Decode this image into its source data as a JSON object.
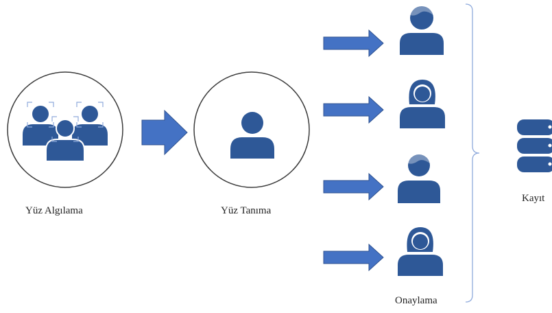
{
  "colors": {
    "icon_fill": "#2e5897",
    "arrow_fill": "#4472c4",
    "arrow_stroke": "#2f528f",
    "circle_stroke": "#3b3b3b",
    "bracket_stroke": "#8faadc",
    "focus_box": "#8faadc"
  },
  "steps": {
    "detection": {
      "label": "Yüz Algılama",
      "icon": "group-face-detection-icon"
    },
    "recognition": {
      "label": "Yüz Tanıma",
      "icon": "person-icon"
    },
    "verification": {
      "label": "Onaylama"
    },
    "record": {
      "label": "Kayıt",
      "icon": "database-icon"
    }
  },
  "candidates": [
    {
      "icon": "man-icon"
    },
    {
      "icon": "woman-icon"
    },
    {
      "icon": "man-icon"
    },
    {
      "icon": "woman-icon"
    }
  ]
}
